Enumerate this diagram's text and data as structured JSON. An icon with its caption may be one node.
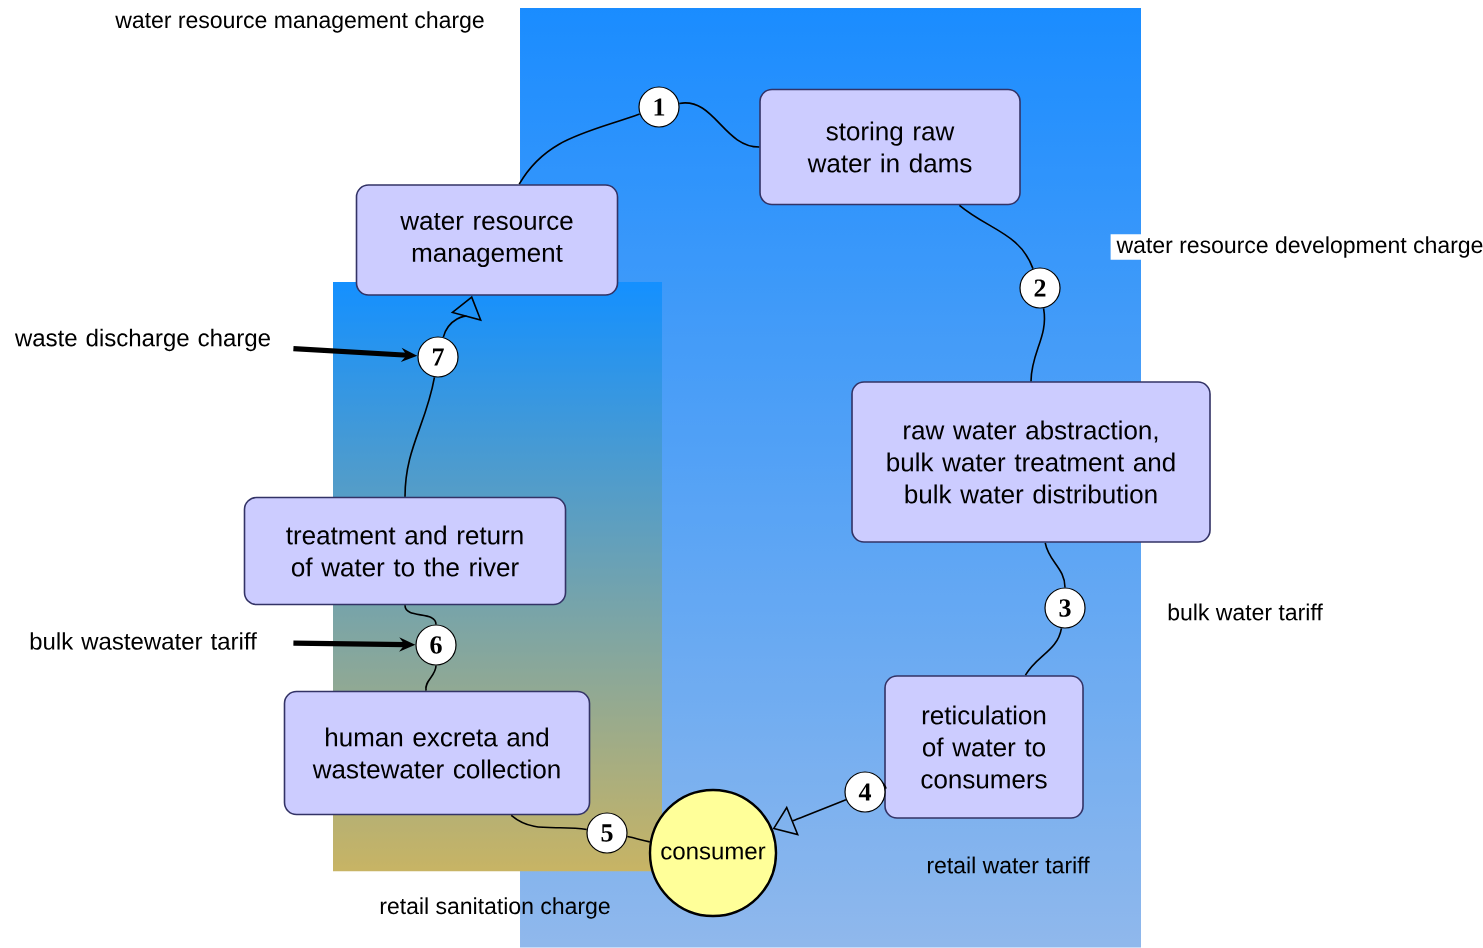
{
  "diagram": {
    "nodes": [
      {
        "text": [
          "storing raw water in dams"
        ]
      },
      {
        "text": [
          "water resource management"
        ]
      },
      {
        "text": [
          "raw water abstraction, bulk water treatment and bulk water distribution"
        ]
      },
      {
        "text": [
          "reticulation of water to consumers"
        ]
      },
      {
        "text": [
          "consumer"
        ]
      },
      {
        "text": [
          "human excreta and wastewater collection"
        ]
      },
      {
        "text": [
          "treatment and return of water to the river"
        ]
      },
      {
        "text": [
          "1"
        ]
      },
      {
        "text": [
          "2"
        ]
      },
      {
        "text": [
          "3"
        ]
      },
      {
        "text": [
          "4"
        ]
      },
      {
        "text": [
          "5"
        ]
      },
      {
        "text": [
          "6"
        ]
      },
      {
        "text": [
          "7"
        ]
      },
      {
        "text": [
          "waste discharge charge"
        ]
      },
      {
        "text": [
          "bulk wastewater tariff"
        ]
      }
    ],
    "edges": [
      {
        "from": 1,
        "to": 7,
        "arrow": "none"
      },
      {
        "from": 7,
        "to": 0,
        "arrow": "none"
      },
      {
        "from": 0,
        "to": 8,
        "arrow": "none"
      },
      {
        "from": 8,
        "to": 2,
        "arrow": "none"
      },
      {
        "from": 2,
        "to": 9,
        "arrow": "none"
      },
      {
        "from": 9,
        "to": 3,
        "arrow": "none"
      },
      {
        "from": 3,
        "to": 10,
        "arrow": "none"
      },
      {
        "from": 10,
        "to": 4,
        "arrow": "to"
      },
      {
        "from": 4,
        "to": 11,
        "arrow": "none"
      },
      {
        "from": 11,
        "to": 5,
        "arrow": "none"
      },
      {
        "from": 5,
        "to": 12,
        "arrow": "none"
      },
      {
        "from": 12,
        "to": 6,
        "arrow": "none"
      },
      {
        "from": 6,
        "to": 13,
        "arrow": "none"
      },
      {
        "from": 13,
        "to": 1,
        "arrow": "to"
      },
      {
        "from": 14,
        "to": 13,
        "arrow": "to",
        "style": "thick"
      },
      {
        "from": 15,
        "to": 12,
        "arrow": "to",
        "style": "thick"
      }
    ],
    "labels": [
      "water resource management charge",
      "water resource development charge",
      "bulk water tariff",
      "retail water tariff",
      "retail sanitation charge"
    ]
  }
}
